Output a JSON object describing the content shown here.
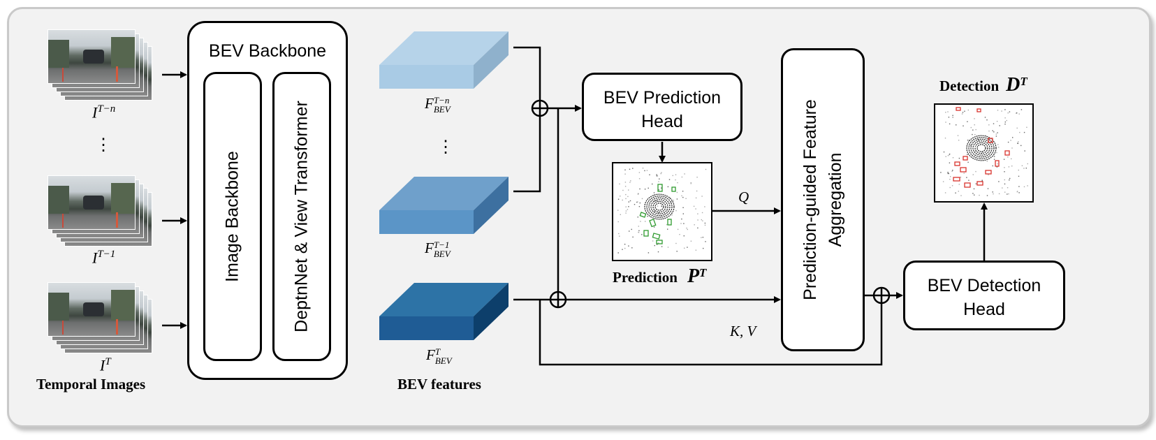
{
  "temporal_images": {
    "caption": "Temporal Images",
    "frames": [
      {
        "label_base": "I",
        "label_sup": "T−n"
      },
      {
        "label_base": "I",
        "label_sup": "T−1"
      },
      {
        "label_base": "I",
        "label_sup": "T"
      }
    ],
    "ellipsis": "⋮"
  },
  "backbone": {
    "title": "BEV Backbone",
    "image_backbone": "Image Backbone",
    "view_transformer": "DeptnNet & View Transformer"
  },
  "bev_features": {
    "caption": "BEV features",
    "ellipsis": "⋮",
    "items": [
      {
        "base": "F",
        "sub": "BEV",
        "sup": "T−n",
        "top": "#b6d3e9",
        "front": "#a9cbe5",
        "side": "#8fb1cc"
      },
      {
        "base": "F",
        "sub": "BEV",
        "sup": "T−1",
        "top": "#6fa0cb",
        "front": "#5b95c7",
        "side": "#3d70a0"
      },
      {
        "base": "F",
        "sub": "BEV",
        "sup": "T",
        "top": "#2d73a6",
        "front": "#1f5c95",
        "side": "#0d3f6b"
      }
    ]
  },
  "prediction_head": {
    "line1": "BEV Prediction",
    "line2": "Head"
  },
  "prediction": {
    "label": "Prediction",
    "symbol": "P",
    "sup": "T"
  },
  "aggregation": {
    "line1": "Prediction-guided Feature",
    "line2": "Aggregation"
  },
  "detection_head": {
    "line1": "BEV Detection",
    "line2": "Head"
  },
  "detection": {
    "label": "Detection",
    "symbol": "D",
    "sup": "T"
  },
  "edges": {
    "q": "Q",
    "kv": "K, V"
  },
  "colors": {
    "line": "#000000",
    "frame_bg": "#f2f2f2",
    "frame_border": "#c9c9c9",
    "pred_box": "#2e9a2e",
    "det_box": "#d9322c"
  }
}
